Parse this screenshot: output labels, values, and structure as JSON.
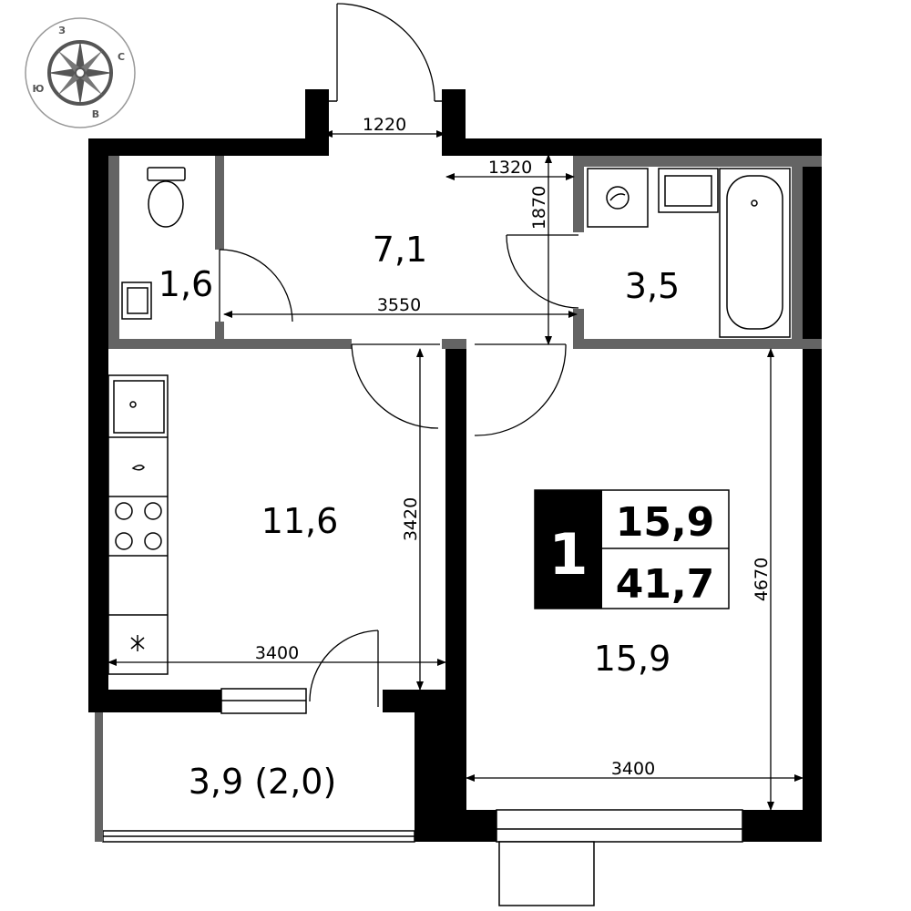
{
  "compass": {
    "north": "З",
    "east": "С",
    "south": "В",
    "west": "Ю",
    "color": "#555555"
  },
  "rooms": {
    "bathroom": "1,6",
    "hallway": "7,1",
    "washroom": "3,5",
    "kitchen": "11,6",
    "living": "15,9",
    "balcony": "3,9 (2,0)"
  },
  "dimensions": {
    "entrance_width": "1220",
    "hall_upper": "1320",
    "hall_depth": "1870",
    "hall_width": "3550",
    "kitchen_depth": "3420",
    "kitchen_width": "3400",
    "living_depth": "4670",
    "living_width": "3400"
  },
  "badge": {
    "rooms": "1",
    "living_area": "15,9",
    "total_area": "41,7"
  },
  "colors": {
    "wall": "#000000",
    "inner_wall": "#646464"
  }
}
